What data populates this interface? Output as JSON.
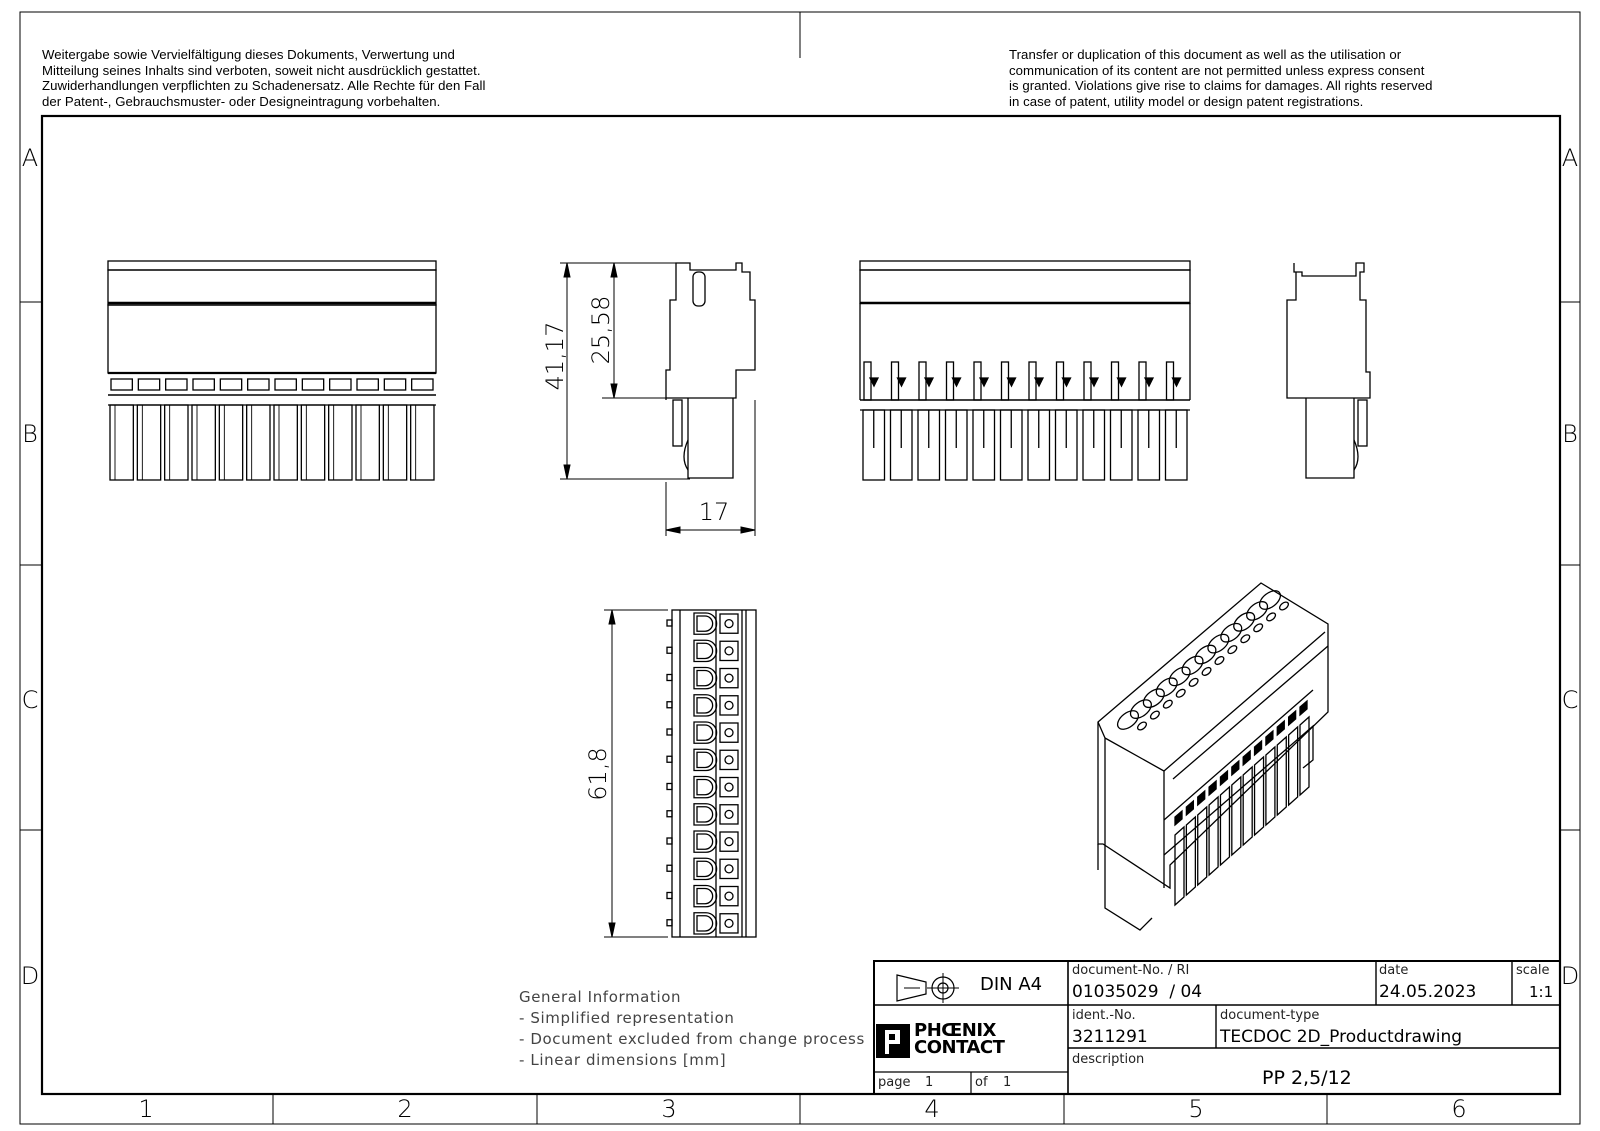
{
  "notice": {
    "de": "Weitergabe sowie Vervielfältigung dieses Dokuments, Verwertung und\nMitteilung seines Inhalts sind verboten, soweit nicht ausdrücklich gestattet.\nZuwiderhandlungen verpflichten zu Schadenersatz. Alle Rechte für den Fall\nder Patent-, Gebrauchsmuster- oder Designeintragung vorbehalten.",
    "en": "Transfer or duplication of this document as well as the utilisation or\ncommunication of its content are not permitted unless express consent\nis granted. Violations give rise to claims for damages. All rights reserved\nin case of patent, utility model or design patent registrations."
  },
  "zones": {
    "rows": [
      "A",
      "B",
      "C",
      "D"
    ],
    "columns": [
      "1",
      "2",
      "3",
      "4",
      "5",
      "6"
    ]
  },
  "dimensions": {
    "height_total": "41,17",
    "height_upper": "25,58",
    "depth": "17",
    "length": "61,8"
  },
  "general_info": {
    "heading": "General Information",
    "items": [
      "- Simplified representation",
      "- Document excluded from change process",
      "- Linear dimensions [mm]"
    ]
  },
  "title_block": {
    "format": "DIN A4",
    "logo_line1": "PHŒNIX",
    "logo_line2": "CONTACT",
    "page_label": "page",
    "page_value": "1",
    "of_label": "of",
    "of_value": "1",
    "document_no_label": "document-No. / RI",
    "document_no_value": "01035029  / 04",
    "date_label": "date",
    "date_value": "24.05.2023",
    "scale_label": "scale",
    "scale_value": "1:1",
    "ident_label": "ident.-No.",
    "ident_value": "3211291",
    "doctype_label": "document-type",
    "doctype_value": "TECDOC 2D_Productdrawing",
    "description_label": "description",
    "description_value": "PP 2,5/12"
  }
}
